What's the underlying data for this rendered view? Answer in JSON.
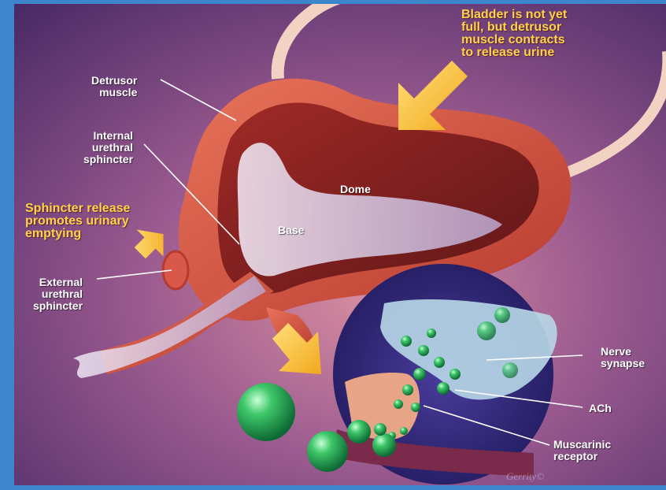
{
  "callouts": {
    "bladder_contracts": "Bladder is not yet\nfull, but detrusor\nmuscle contracts\nto release urine",
    "sphincter_release": "Sphincter release\npromotes urinary\nemptying"
  },
  "labels": {
    "detrusor_muscle": "Detrusor\nmuscle",
    "internal_sphincter": "Internal\nurethral\nsphincter",
    "external_sphincter": "External\nurethral\nsphincter",
    "dome": "Dome",
    "base": "Base",
    "nerve_synapse": "Nerve\nsynapse",
    "ach": "ACh",
    "muscarinic_receptor": "Muscarinic\nreceptor"
  },
  "signature": "Gerrity©",
  "colors": {
    "background_purple": "#5a2f6e",
    "muscle_red": "#c94a3c",
    "callout_yellow": "#ffd24a",
    "vesicle_green": "#3fc86a",
    "frame_blue": "#3d86cc"
  }
}
